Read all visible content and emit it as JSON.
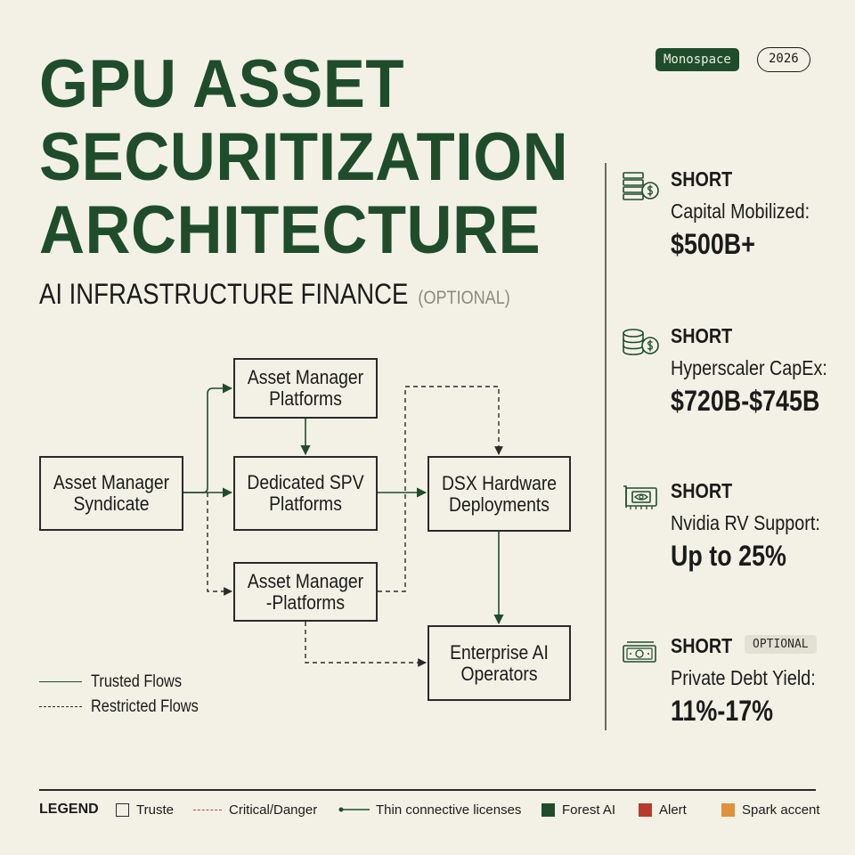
{
  "title": {
    "lines": [
      "GPU ASSET",
      "SECURITIZATION",
      "ARCHITECTURE"
    ],
    "subtitle": "AI INFRASTRUCTURE FINANCE",
    "subtitle_optional": "(OPTIONAL)"
  },
  "badges": {
    "brand": "Monospace",
    "year": "2026"
  },
  "nodes": {
    "syndicate": "Asset Manager Syndicate",
    "am_top": "Asset Manager Platforms",
    "spv": "Dedicated SPV Platforms",
    "am_bottom": "Asset Manager -Platforms",
    "dsx": "DSX Hardware Deployments",
    "enterprise": "Enterprise AI Operators"
  },
  "diagram_legend": {
    "trusted": "Trusted Flows",
    "restricted": "Restricted Flows"
  },
  "stats": [
    {
      "head": "SHORT",
      "label": "Capital Mobilized:",
      "value": "$500B+",
      "icon": "server-dollar-icon"
    },
    {
      "head": "SHORT",
      "label": "Hyperscaler CapEx:",
      "value": "$720B-$745B",
      "icon": "coins-dollar-icon"
    },
    {
      "head": "SHORT",
      "label": "Nvidia RV Support:",
      "value": "Up to 25%",
      "icon": "gpu-card-icon"
    },
    {
      "head": "SHORT",
      "label": "Private Debt Yield:",
      "value": "11%-17%",
      "icon": "banknote-icon",
      "pill": "OPTIONAL"
    }
  ],
  "legend": {
    "title": "LEGEND",
    "items": [
      {
        "label": "Truste",
        "kind": "box"
      },
      {
        "label": "Critical/Danger",
        "kind": "dashed",
        "color": "#b5483a"
      },
      {
        "label": "Thin connective licenses",
        "kind": "connector",
        "color": "#1f4d2c"
      },
      {
        "label": "Forest AI",
        "kind": "swatch",
        "color": "#1f4d2c"
      },
      {
        "label": "Alert",
        "kind": "swatch",
        "color": "#b83a2c"
      },
      {
        "label": "Spark accent",
        "kind": "swatch",
        "color": "#e0913c"
      }
    ]
  },
  "colors": {
    "forest": "#1f4d2c",
    "ink": "#2a2a2a",
    "background": "#f3f1e6"
  }
}
